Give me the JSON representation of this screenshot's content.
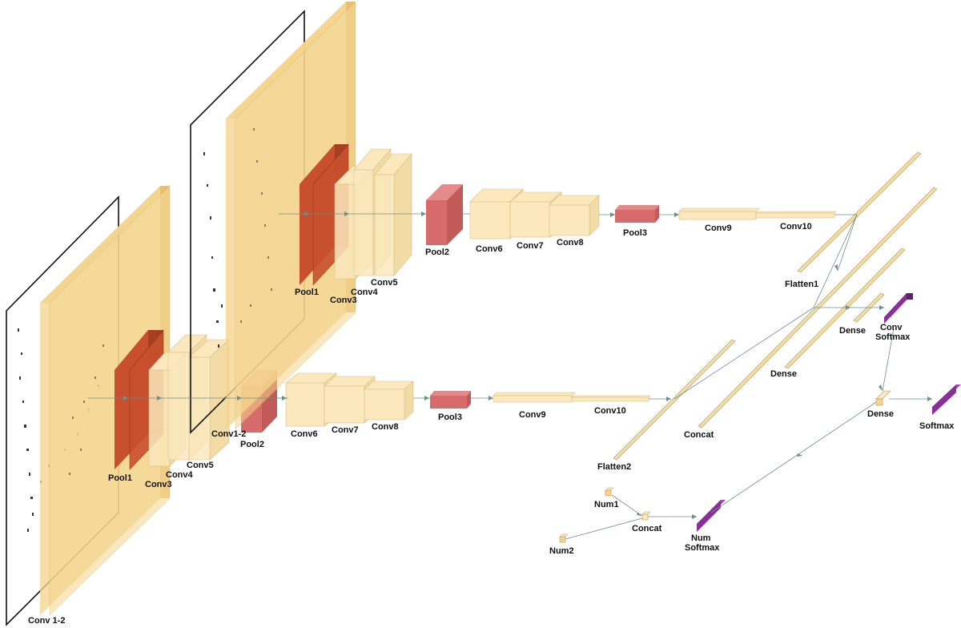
{
  "labels": {
    "conv12_big": "Conv 1-2",
    "pool1_a": "Pool1",
    "conv3_a": "Conv3",
    "conv4_a": "Conv4",
    "conv5_a": "Conv5",
    "conv12_b": "Conv1-2",
    "pool2_a": "Pool2",
    "conv6_a": "Conv6",
    "conv7_a": "Conv7",
    "conv8_a": "Conv8",
    "pool3_a": "Pool3",
    "conv9_a": "Conv9",
    "conv10_a": "Conv10",
    "pool1_b": "Pool1",
    "conv3_b": "Conv3",
    "conv4_b": "Conv4",
    "conv5_b": "Conv5",
    "pool2_b": "Pool2",
    "conv6_b": "Conv6",
    "conv7_b": "Conv7",
    "conv8_b": "Conv8",
    "pool3_b": "Pool3",
    "conv9_b": "Conv9",
    "conv10_b": "Conv10",
    "flatten1": "Flatten1",
    "flatten2": "Flatten2",
    "concat": "Concat",
    "dense1": "Dense",
    "dense2": "Dense",
    "dense3": "Dense",
    "conv_softmax_l1": "Conv",
    "conv_softmax_l2": "Softmax",
    "softmax": "Softmax",
    "num1": "Num1",
    "num2": "Num2",
    "concat2": "Concat",
    "num_softmax_l1": "Num",
    "num_softmax_l2": "Softmax"
  },
  "colors": {
    "conv": "#f5d58e",
    "conv_dark": "#e9c06a",
    "conv_light": "#fbe8bd",
    "pool_red": "#c9502f",
    "pool_red_dark": "#a63e22",
    "pool_pink": "#d76a6a",
    "softmax_purple": "#8a2e9a",
    "softmax_purple_dark": "#621f70",
    "edge": "#6f8f8a"
  }
}
